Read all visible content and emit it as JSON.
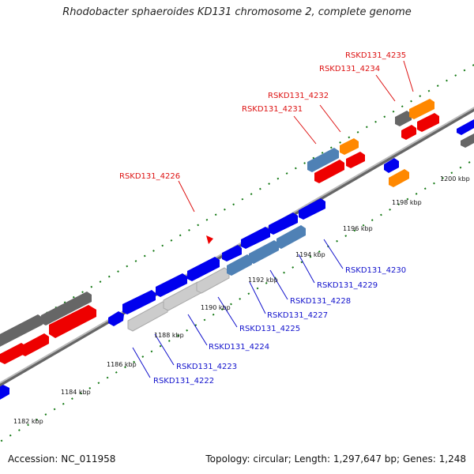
{
  "title": "Rhodobacter sphaeroides KD131 chromosome 2, complete genome",
  "footer": {
    "accession": "Accession: NC_011958",
    "summary": "Topology: circular; Length: 1,297,647 bp; Genes: 1,248"
  },
  "scale": {
    "ticks": [
      "1182 kbp",
      "1184 kbp",
      "1186 kbp",
      "1188 kbp",
      "1190 kbp",
      "1192 kbp",
      "1194 kbp",
      "1196 kbp",
      "1198 kbp",
      "1200 kbp"
    ]
  },
  "colors": {
    "forward_cds": "#0000ee",
    "reverse_cds": "#ee0000",
    "rna": "#ff8800",
    "pseudo": "#666666",
    "highlight": "#4f81b5",
    "selected": "#cccccc",
    "backbone": "#888888",
    "tick": "#117711"
  },
  "labels": {
    "upper": [
      "RSKD131_4226",
      "RSKD131_4231",
      "RSKD131_4232",
      "RSKD131_4234",
      "RSKD131_4235"
    ],
    "lower": [
      "RSKD131_4222",
      "RSKD131_4223",
      "RSKD131_4224",
      "RSKD131_4225",
      "RSKD131_4227",
      "RSKD131_4228",
      "RSKD131_4229",
      "RSKD131_4230"
    ]
  },
  "marker_icon": "red-triangle-marker-icon"
}
